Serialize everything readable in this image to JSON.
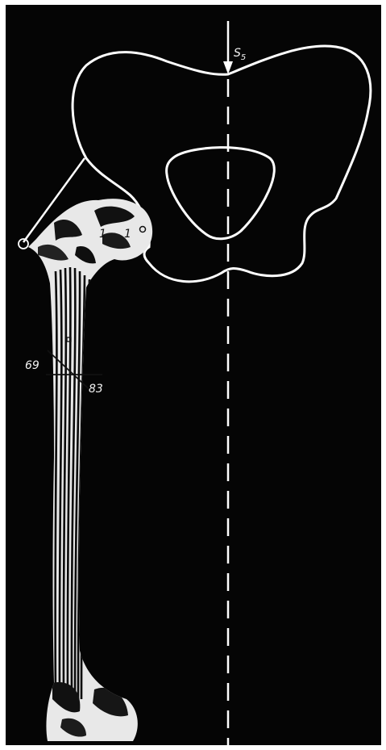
{
  "figure": {
    "load_label": "S",
    "load_subscript": "5",
    "line_label_left": "69",
    "line_label_right": "83",
    "fringe_label_1": "1",
    "fringe_label_2": "1",
    "background_color": "#050505",
    "line_color": "#ffffff"
  }
}
